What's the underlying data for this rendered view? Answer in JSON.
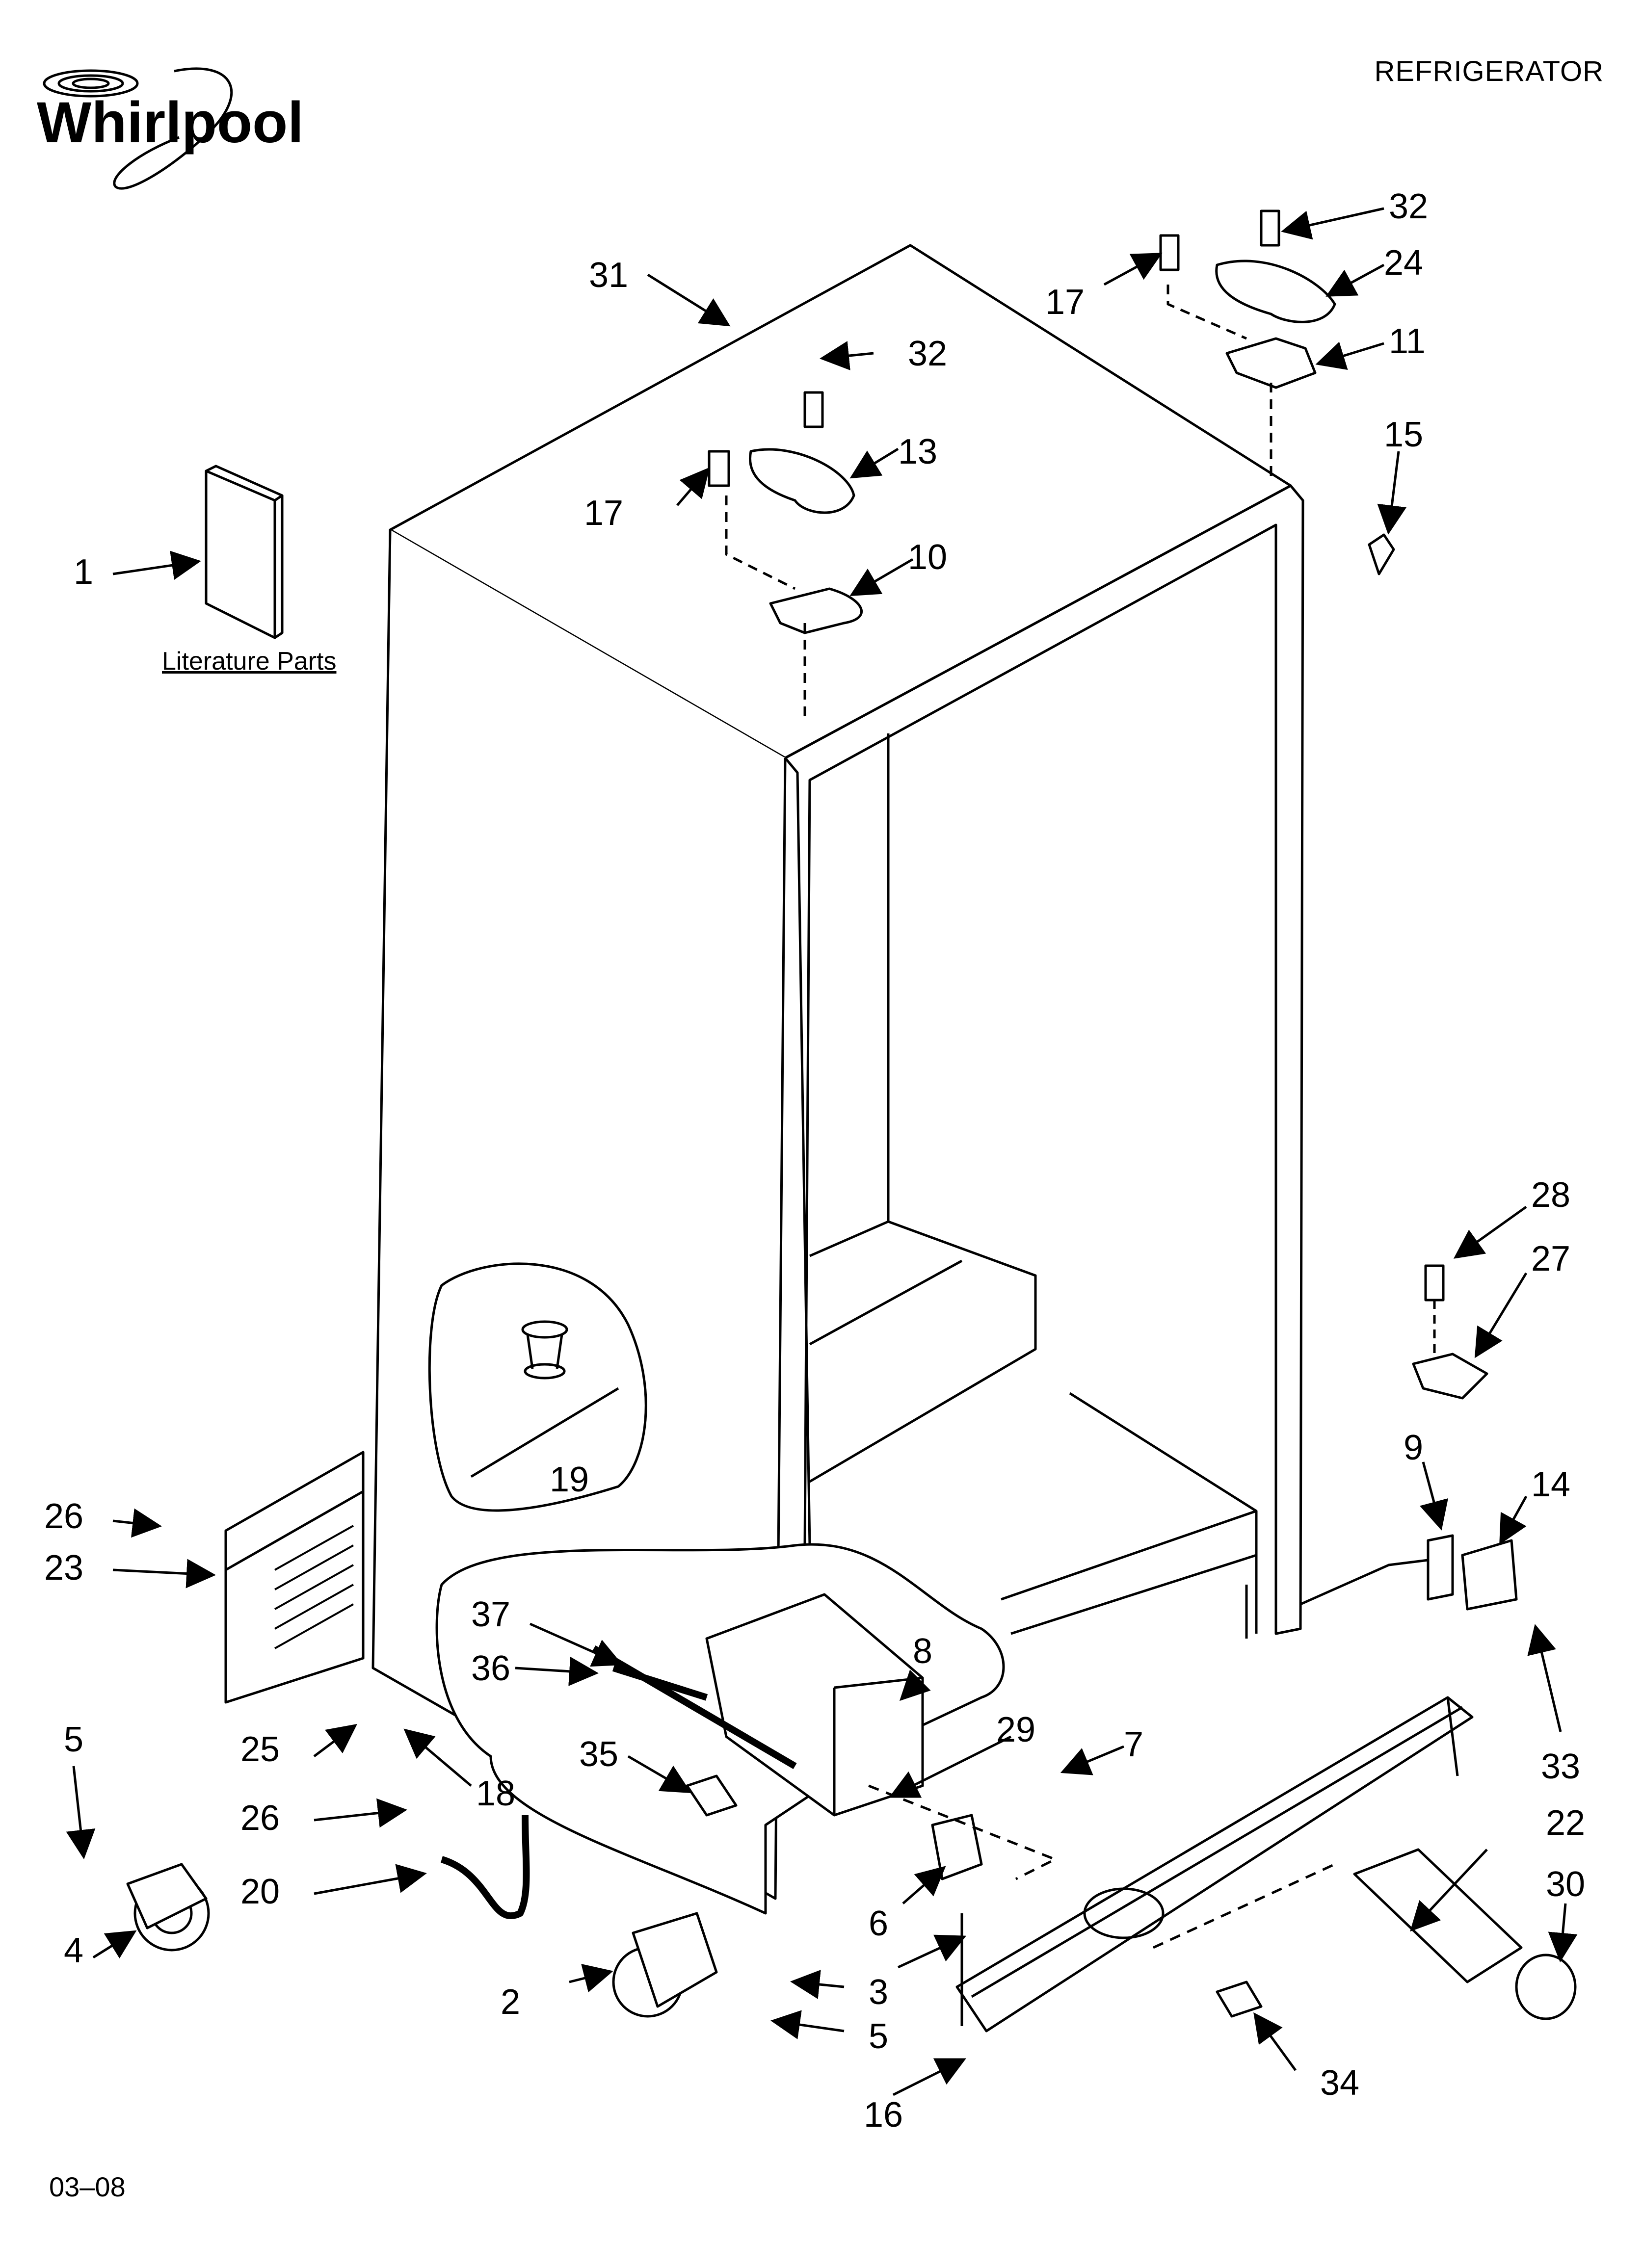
{
  "header": {
    "brand": "Whirlpool",
    "doc_title": "REFRIGERATOR",
    "date_code": "03–08"
  },
  "diagram": {
    "literature_label": "Literature Parts",
    "callouts": [
      "1",
      "2",
      "3",
      "4",
      "5",
      "5",
      "6",
      "7",
      "8",
      "9",
      "10",
      "11",
      "13",
      "14",
      "15",
      "16",
      "17",
      "17",
      "18",
      "19",
      "20",
      "22",
      "23",
      "24",
      "25",
      "26",
      "26",
      "27",
      "28",
      "29",
      "30",
      "31",
      "32",
      "32",
      "33",
      "34",
      "35",
      "36",
      "37"
    ]
  }
}
